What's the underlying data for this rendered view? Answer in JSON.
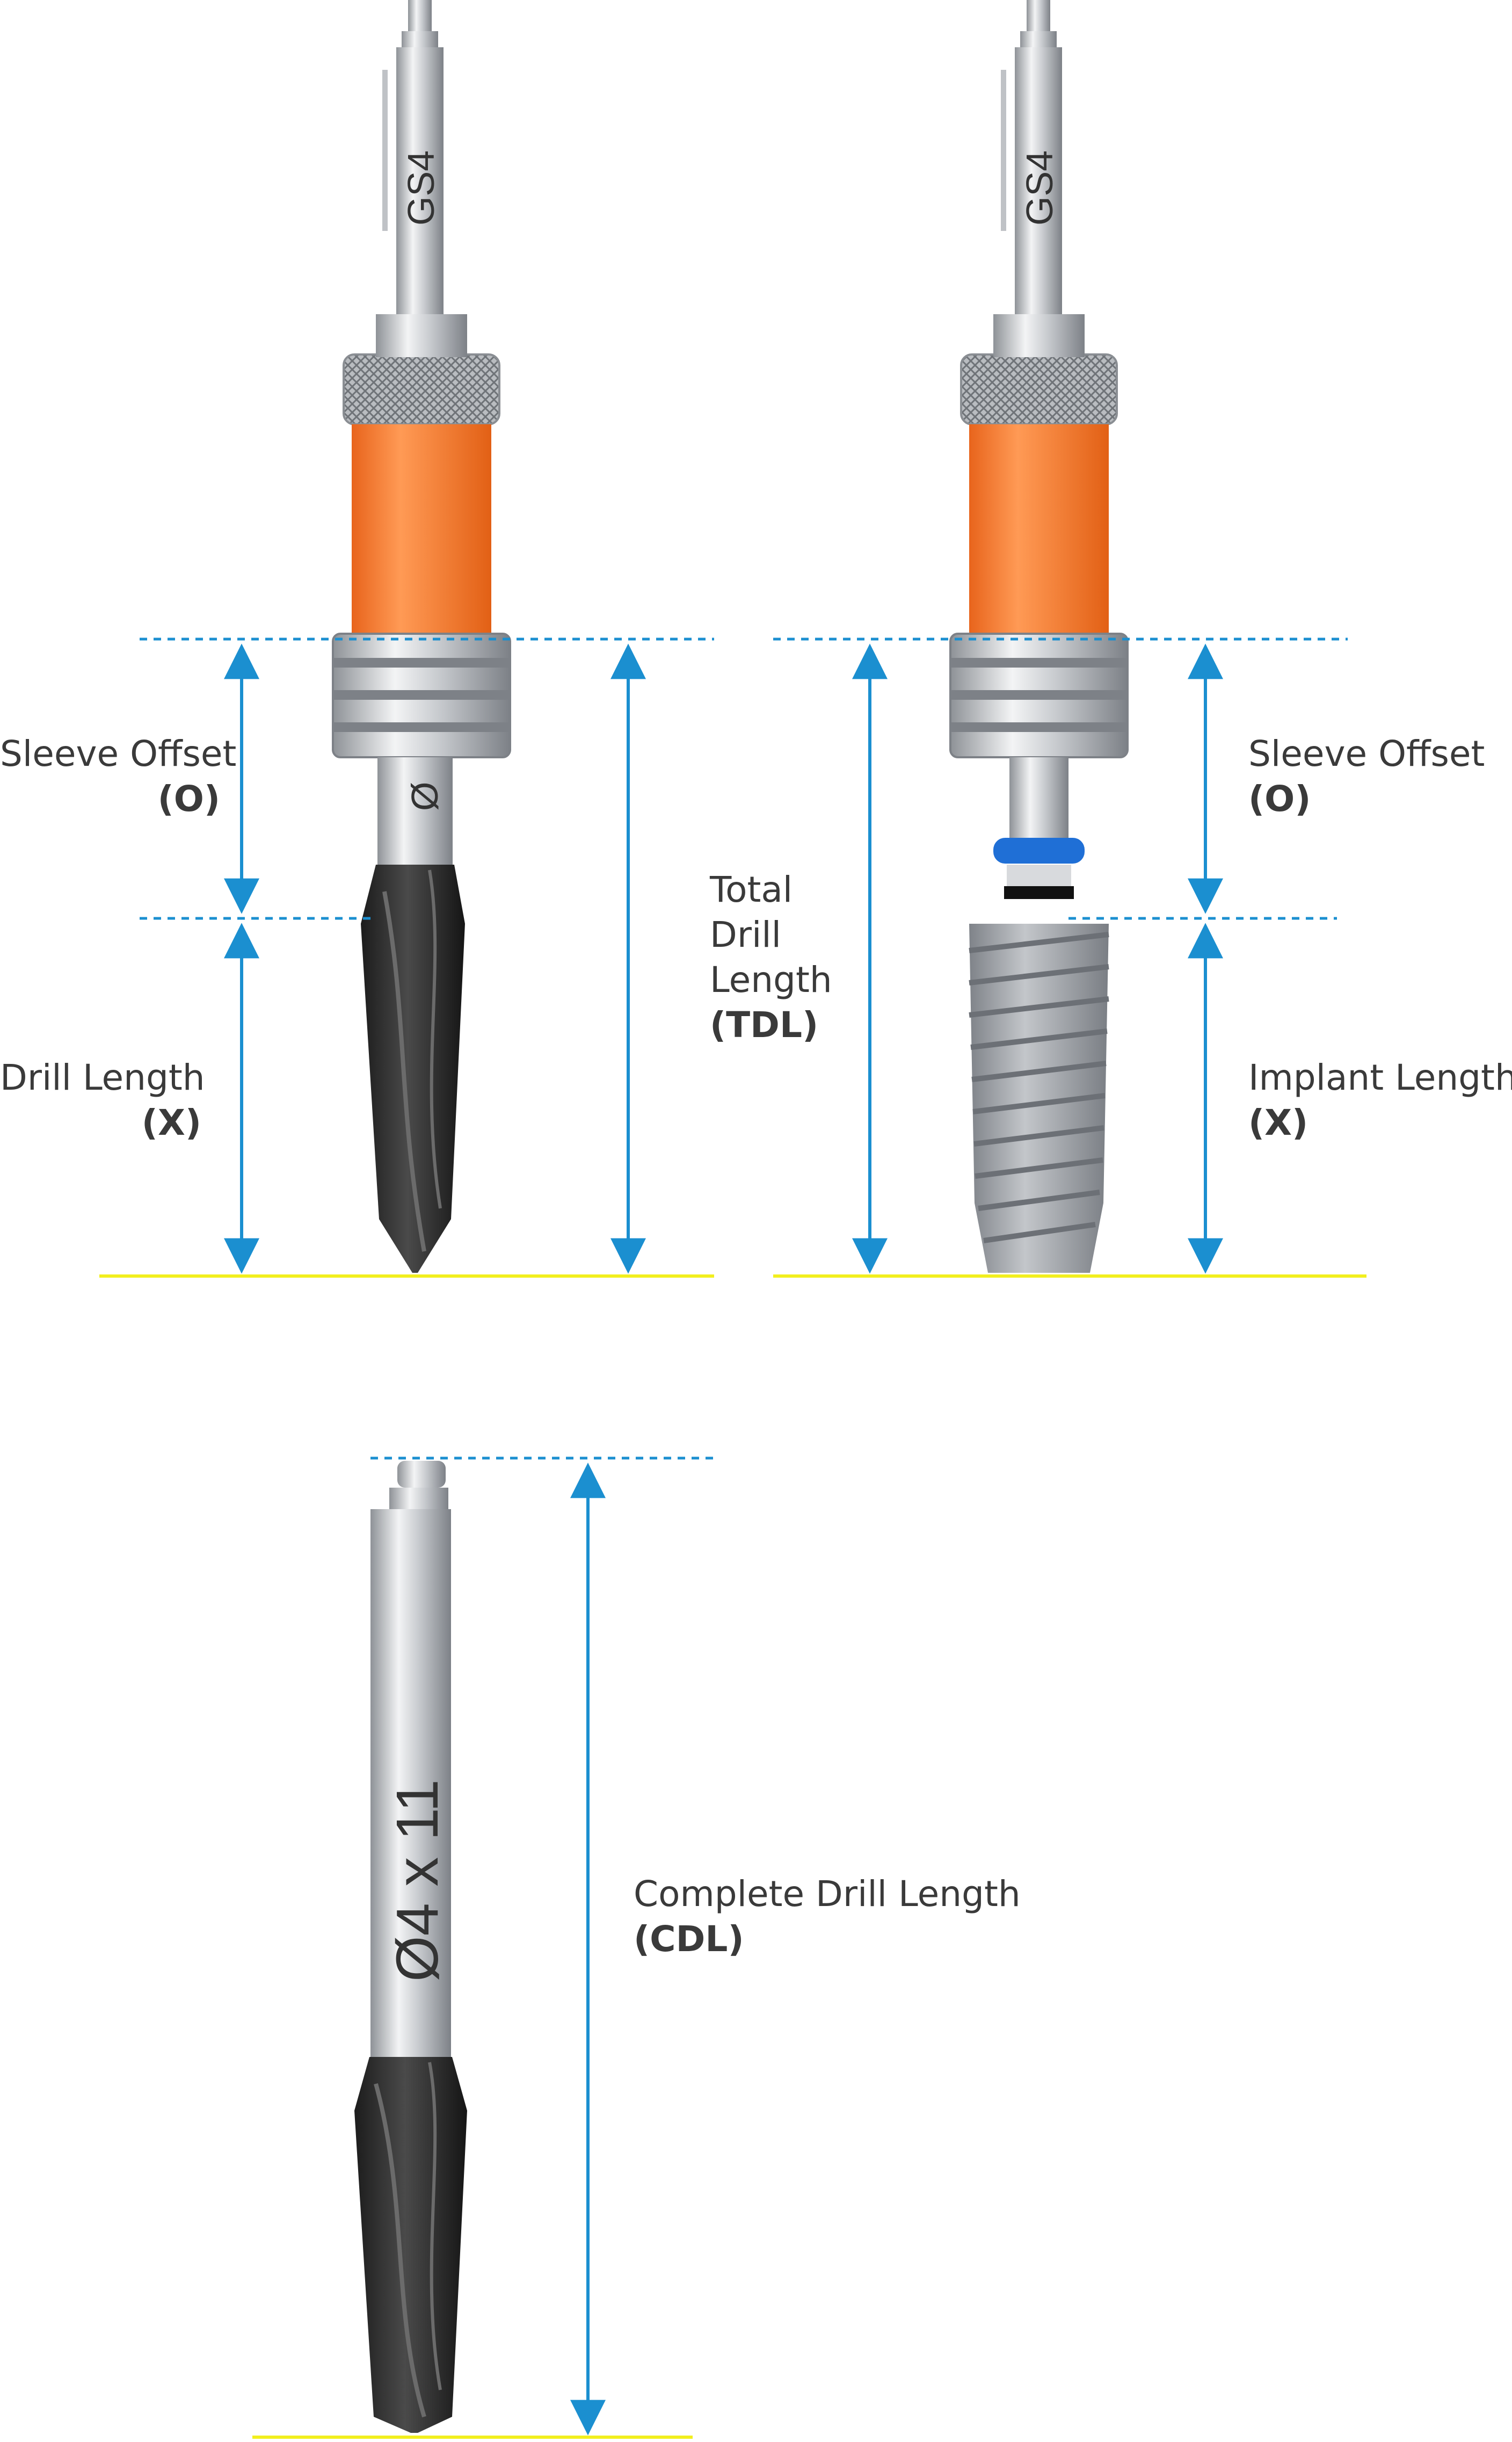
{
  "colors": {
    "dimension_blue": "#1b8fd0",
    "baseline_yellow": "#f2ef1e",
    "sleeve_orange": "#f47a2a",
    "drill_black": "#2a2a2a",
    "steel": "#c9ccd0",
    "implant_grey": "#9a9ea4",
    "oring_blue": "#1f6fd6",
    "text": "#3a3a3a"
  },
  "panel_top_left": {
    "shaft_marking": "GS4",
    "shank_marking": "Ø",
    "sleeve_offset_label": "Sleeve Offset",
    "sleeve_offset_symbol": "(O)",
    "drill_length_label": "Drill Length",
    "drill_length_symbol": "(X)",
    "total_label_line1": "Total",
    "total_label_line2": "Drill",
    "total_label_line3": "Length",
    "total_symbol": "(TDL)"
  },
  "panel_top_right": {
    "shaft_marking": "GS4",
    "sleeve_offset_label": "Sleeve Offset",
    "sleeve_offset_symbol": "(O)",
    "implant_length_label": "Implant Length",
    "implant_length_symbol": "(X)"
  },
  "panel_bottom": {
    "shank_marking": "Ø4 x 11",
    "complete_label": "Complete Drill Length",
    "complete_symbol": "(CDL)"
  }
}
